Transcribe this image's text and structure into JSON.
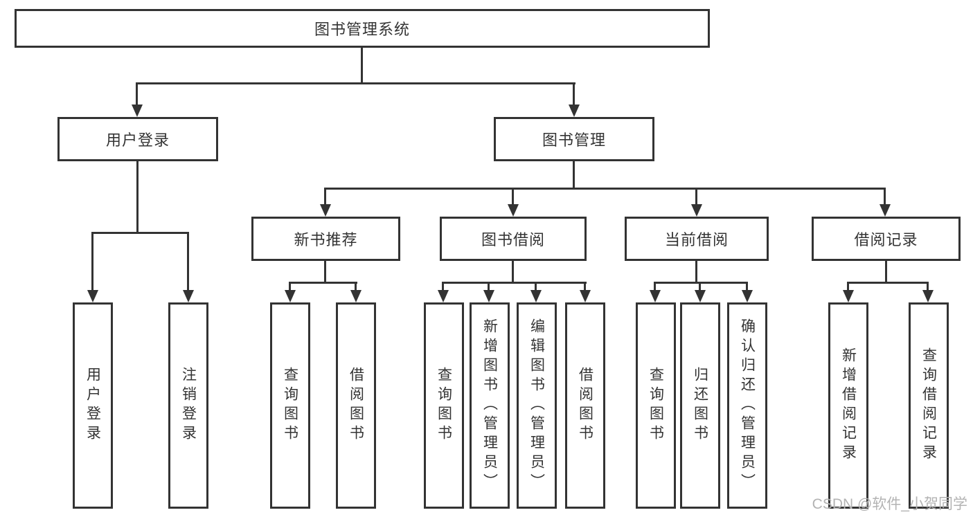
{
  "diagram": {
    "root": {
      "label": "图书管理系统"
    },
    "user_login": {
      "label": "用户登录",
      "children": [
        {
          "label": "用户登录"
        },
        {
          "label": "注销登录"
        }
      ]
    },
    "book_management": {
      "label": "图书管理",
      "modules": [
        {
          "label": "新书推荐",
          "children": [
            {
              "label": "查询图书"
            },
            {
              "label": "借阅图书"
            }
          ]
        },
        {
          "label": "图书借阅",
          "children": [
            {
              "label": "查询图书"
            },
            {
              "label": "新增图书（管理员）"
            },
            {
              "label": "编辑图书（管理员）"
            },
            {
              "label": "借阅图书"
            }
          ]
        },
        {
          "label": "当前借阅",
          "children": [
            {
              "label": "查询图书"
            },
            {
              "label": "归还图书"
            },
            {
              "label": "确认归还（管理员）"
            }
          ]
        },
        {
          "label": "借阅记录",
          "children": [
            {
              "label": "新增借阅记录"
            },
            {
              "label": "查询借阅记录"
            }
          ]
        }
      ]
    },
    "watermark": "CSDN @软件_小贺同学",
    "colors": {
      "line": "#333333",
      "text": "#333333",
      "background": "#ffffff",
      "watermark": "#b3b3b3"
    }
  }
}
